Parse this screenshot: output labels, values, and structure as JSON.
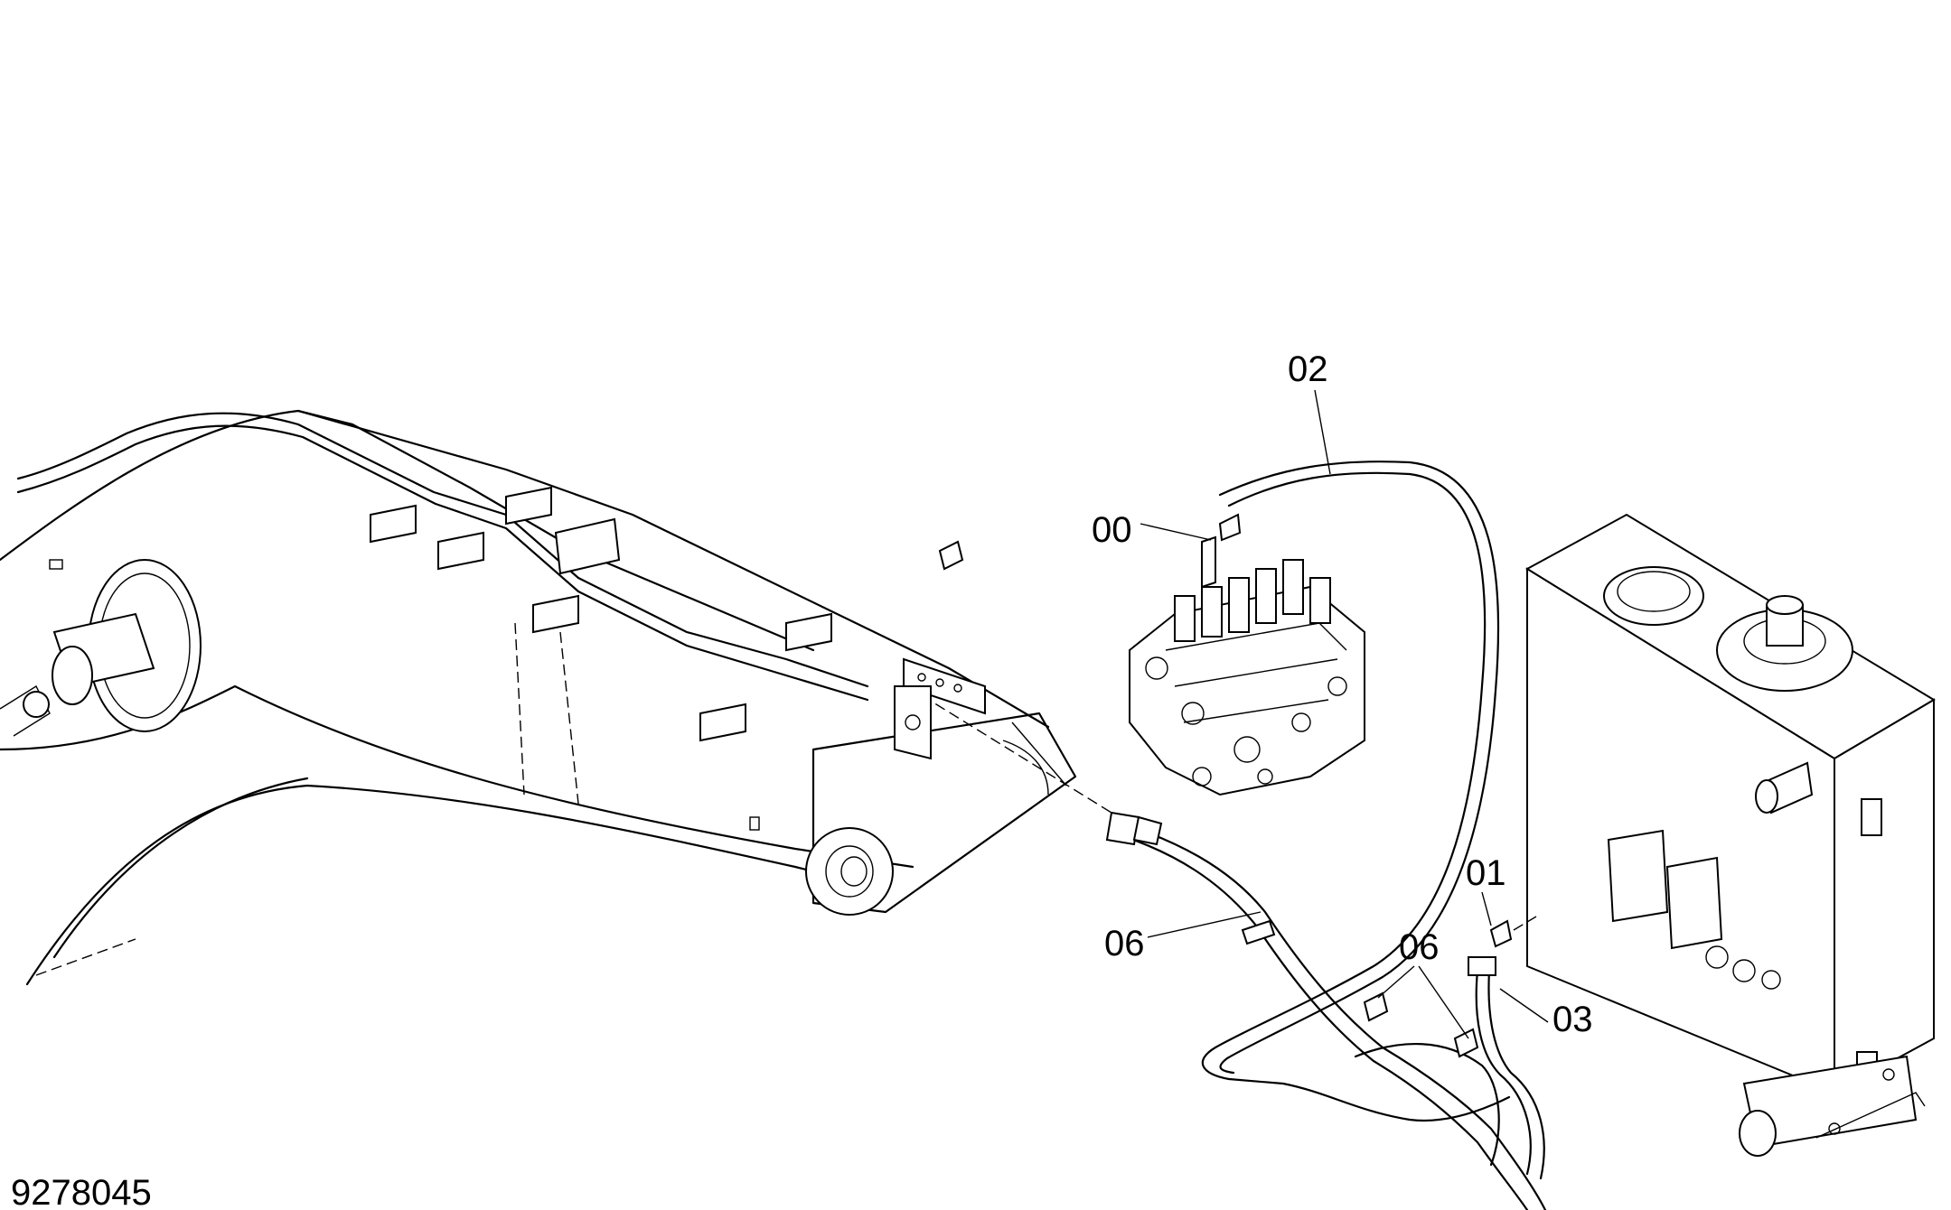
{
  "drawing_number": "9278045",
  "callouts": [
    {
      "id": "c00",
      "text": "00"
    },
    {
      "id": "c02",
      "text": "02"
    },
    {
      "id": "c01",
      "text": "01"
    },
    {
      "id": "c06a",
      "text": "06"
    },
    {
      "id": "c06b",
      "text": "06"
    },
    {
      "id": "c03",
      "text": "03"
    }
  ]
}
